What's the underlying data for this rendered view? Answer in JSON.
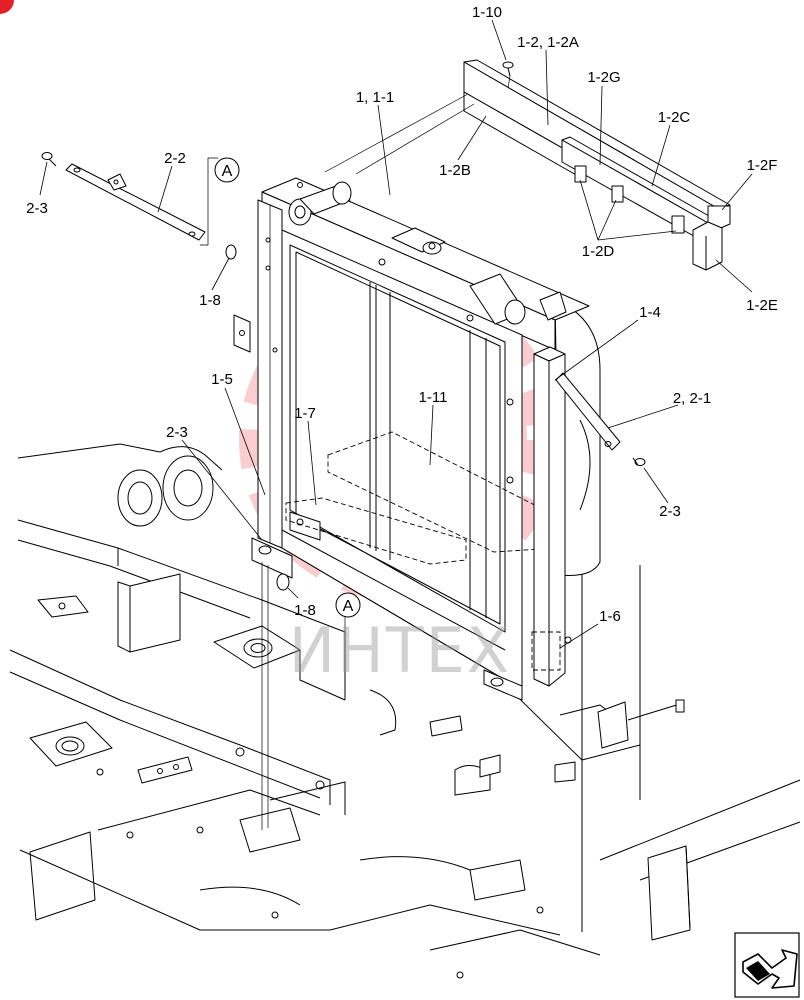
{
  "diagram": {
    "callouts": [
      "1-10",
      "1-2, 1-2A",
      "1-2G",
      "1-2C",
      "1-2F",
      "1-2B",
      "1-2D",
      "1-2E",
      "1, 1-1",
      "2-2",
      "2-3",
      "1-8",
      "1-4",
      "2, 2-1",
      "1-5",
      "1-11",
      "1-7",
      "2-3",
      "2-3",
      "1-8",
      "1-6"
    ],
    "reference_markers": [
      "A",
      "A"
    ],
    "watermark": {
      "text": "ИНТЕХ"
    },
    "colors": {
      "line": "#000000",
      "watermark_gear": "#e8202a",
      "watermark_text": "#9a9a9a",
      "badge": "#e32027"
    }
  },
  "icons": {
    "corner_badge": "catalog-badge-icon",
    "navigation": "navigation-arrow-icon"
  }
}
